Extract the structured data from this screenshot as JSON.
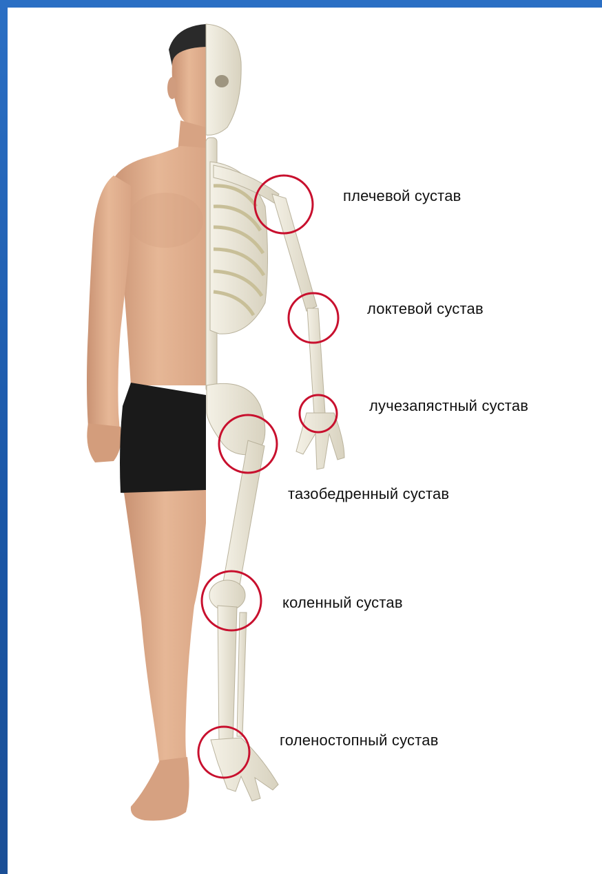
{
  "labels": {
    "shoulder": "плечевой сустав",
    "elbow": "локтевой сустав",
    "wrist": "лучезапястный сустав",
    "hip": "тазобедренный сустав",
    "knee": "коленный сустав",
    "ankle": "голеностопный сустав"
  },
  "colors": {
    "background_frame": "#1f5fb0",
    "panel": "#ffffff",
    "marker_circle": "#c8102e",
    "skin": "#e2b08c",
    "bone": "#ece8d9",
    "shorts": "#1a1a1a",
    "hair": "#2a2a2a"
  }
}
